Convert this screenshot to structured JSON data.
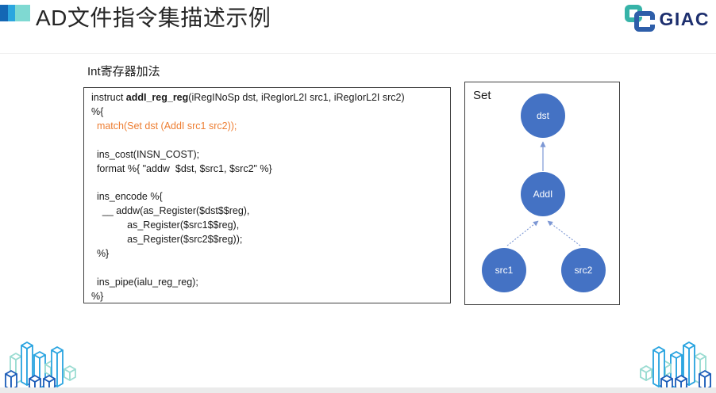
{
  "header": {
    "title": "AD文件指令集描述示例",
    "logo_text": "GIAC"
  },
  "section": {
    "label": "Int寄存器加法"
  },
  "code": {
    "lines": [
      [
        {
          "t": "instruct "
        },
        {
          "t": "addI_reg_reg",
          "b": true
        },
        {
          "t": "(iRegINoSp dst, iRegIorL2I src1, iRegIorL2I src2)"
        }
      ],
      [
        {
          "t": "%{"
        }
      ],
      [
        {
          "t": "  match(Set dst (AddI src1 src2));",
          "c": "match_orange"
        }
      ],
      [
        {
          "t": ""
        }
      ],
      [
        {
          "t": "  ins_cost(INSN_COST);"
        }
      ],
      [
        {
          "t": "  format %{ \"addw  $dst, $src1, $src2\" %}"
        }
      ],
      [
        {
          "t": ""
        }
      ],
      [
        {
          "t": "  ins_encode %{"
        }
      ],
      [
        {
          "t": "    __ addw(as_Register($dst$$reg),"
        }
      ],
      [
        {
          "t": "             as_Register($src1$$reg),"
        }
      ],
      [
        {
          "t": "             as_Register($src2$$reg));"
        }
      ],
      [
        {
          "t": "  %}"
        }
      ],
      [
        {
          "t": ""
        }
      ],
      [
        {
          "t": "  ins_pipe(ialu_reg_reg);"
        }
      ],
      [
        {
          "t": "%}"
        }
      ]
    ]
  },
  "diagram": {
    "label": "Set",
    "nodes": [
      {
        "id": "dst",
        "label": "dst"
      },
      {
        "id": "AddI",
        "label": "AddI"
      },
      {
        "id": "src1",
        "label": "src1"
      },
      {
        "id": "src2",
        "label": "src2"
      }
    ]
  },
  "colors": {
    "match_orange": "#ED7D31",
    "node_fill": "#4472C4",
    "node_text": "#FFFFFF",
    "edge": "#7C97D4",
    "box_border": "#404040",
    "bullet_dark_blue": "#1467B4",
    "bullet_blue": "#2BA6DF",
    "bullet_teal": "#7FD9D2",
    "logo_navy": "#1D2F6E",
    "logo_teal": "#36B3A8",
    "logo_blue": "#2E5EA9",
    "building_dark_blue": "#1B5CB8",
    "building_blue": "#2AA4E0",
    "building_teal": "#9BDCD2",
    "bottom_bar": "#EBEBEB"
  }
}
